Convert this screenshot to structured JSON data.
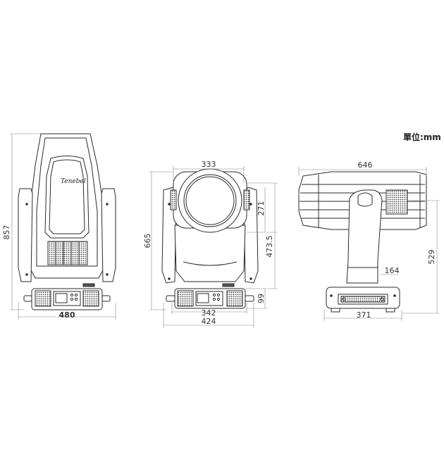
{
  "unit_label": "單位:mm",
  "views": {
    "front": {
      "logo_text": "Tenebel",
      "dims": {
        "height": "857",
        "width": "480"
      }
    },
    "lens": {
      "dims": {
        "head_width": "333",
        "head_height": "271",
        "overall_height": "665",
        "axis_height": "473.5",
        "base_height": "99",
        "base_width": "342",
        "overall_width": "424"
      }
    },
    "side": {
      "dims": {
        "length": "646",
        "axis_height": "529",
        "arm_offset": "164",
        "base_width": "371"
      }
    }
  },
  "colors": {
    "line": "#2a2a2a",
    "dim_line": "#888888",
    "grille": "#555555"
  }
}
